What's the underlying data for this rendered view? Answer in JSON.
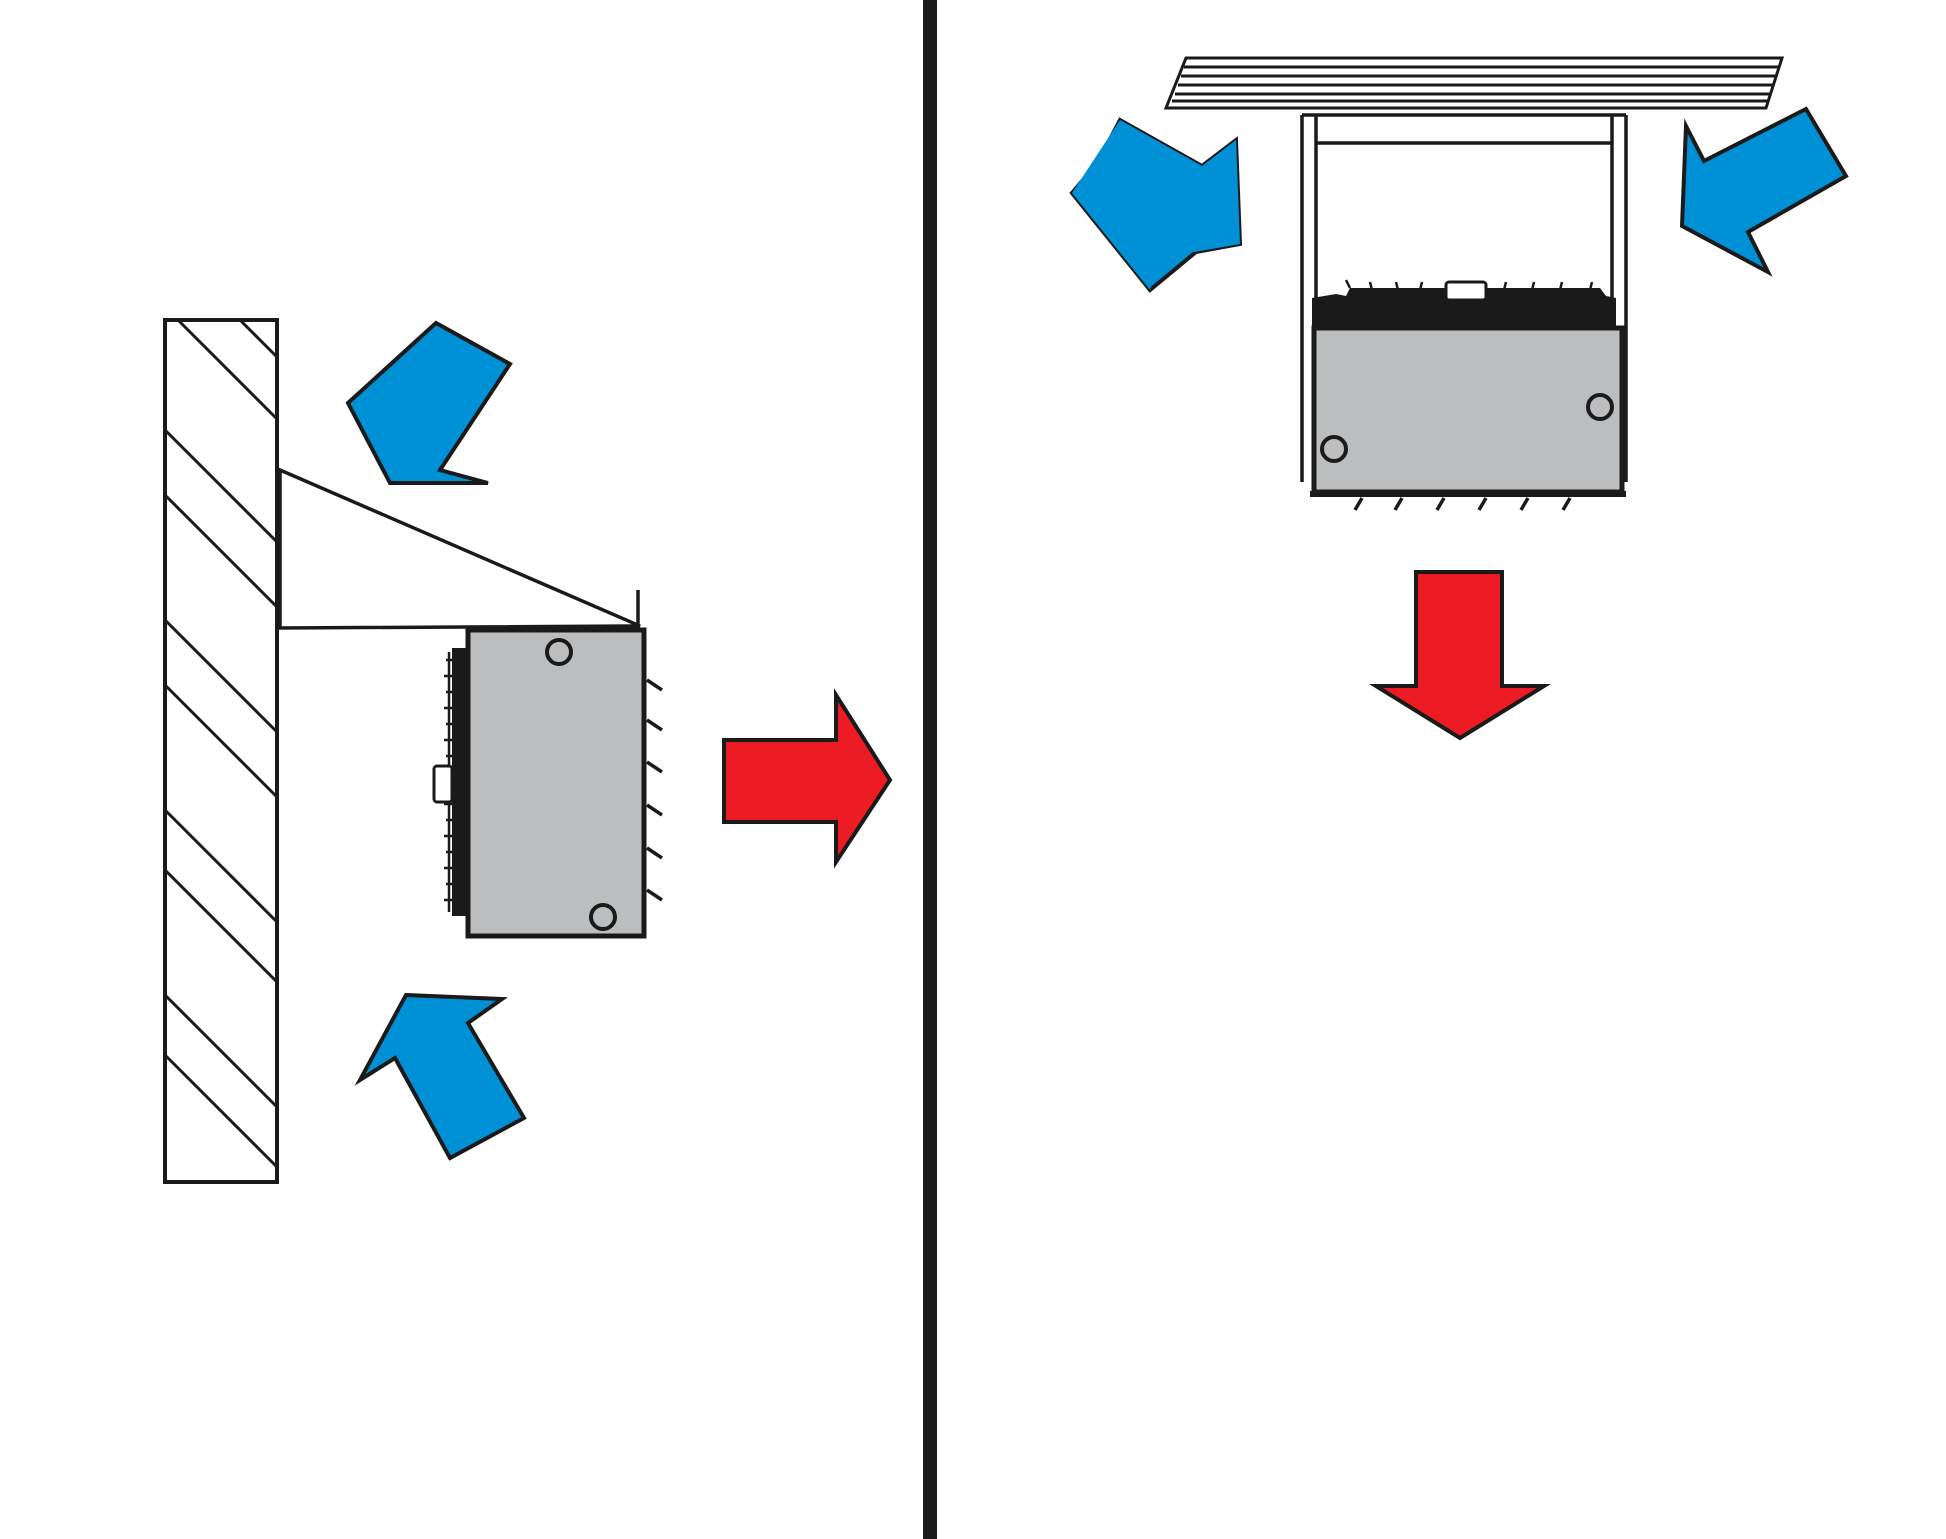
{
  "colors": {
    "inflow": "#0090d6",
    "outflow": "#ed1c24",
    "unit_body": "#bcbdbf",
    "outline": "#1a1a1a",
    "background": "#ffffff"
  },
  "panels": [
    {
      "name": "wall-mounted",
      "airflow_in_arrows": 2,
      "airflow_out_arrows": 1
    },
    {
      "name": "ceiling-suspended",
      "airflow_in_arrows": 2,
      "airflow_out_arrows": 1
    }
  ]
}
